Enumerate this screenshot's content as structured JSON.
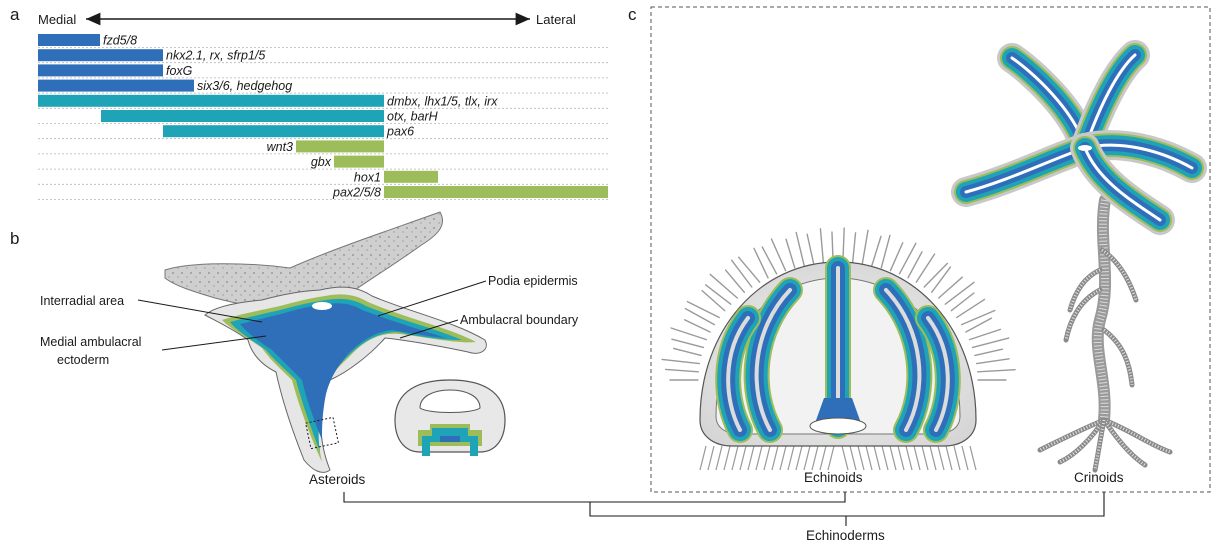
{
  "panels": {
    "a": "a",
    "b": "b",
    "c": "c"
  },
  "axis": {
    "left": "Medial",
    "right": "Lateral"
  },
  "colors": {
    "dark_blue": "#2f6fba",
    "teal": "#1fa3b7",
    "green": "#9dbd5a",
    "grey": "#c8c8c8"
  },
  "genes": [
    {
      "label": "fzd5/8",
      "color": "dark_blue"
    },
    {
      "label": "nkx2.1, rx, sfrp1/5",
      "color": "dark_blue"
    },
    {
      "label": "foxG",
      "color": "dark_blue"
    },
    {
      "label": "six3/6, hedgehog",
      "color": "dark_blue"
    },
    {
      "label": "dmbx, lhx1/5, tlx, irx",
      "color": "teal"
    },
    {
      "label": "otx, barH",
      "color": "teal"
    },
    {
      "label": "pax6",
      "color": "teal"
    },
    {
      "label": "wnt3",
      "color": "green"
    },
    {
      "label": "gbx",
      "color": "green"
    },
    {
      "label": "hox1",
      "color": "green"
    },
    {
      "label": "pax2/5/8",
      "color": "green"
    }
  ],
  "annotations": {
    "interradial": "Interradial area",
    "medial_ambulacral_1": "Medial ambulacral",
    "medial_ambulacral_2": "ectoderm",
    "podia": "Podia epidermis",
    "ambulacral_boundary": "Ambulacral boundary"
  },
  "taxa": {
    "asteroids": "Asteroids",
    "echinoids": "Echinoids",
    "crinoids": "Crinoids",
    "root": "Echinoderms"
  }
}
